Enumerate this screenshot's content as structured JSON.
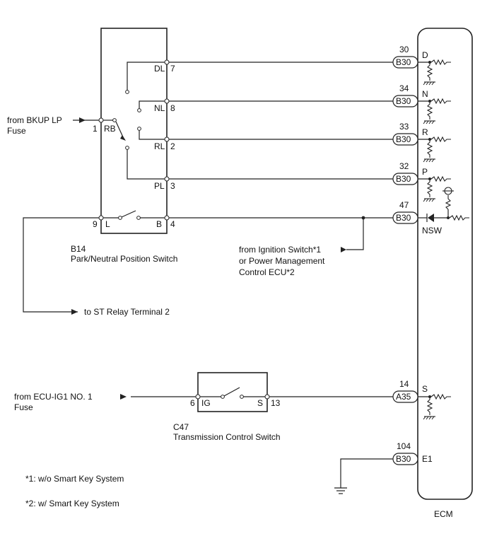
{
  "sw_b14": {
    "code": "B14",
    "name": "Park/Neutral Position Switch",
    "pins": {
      "dl": {
        "name": "DL",
        "no": "7"
      },
      "nl": {
        "name": "NL",
        "no": "8"
      },
      "rl": {
        "name": "RL",
        "no": "2"
      },
      "pl": {
        "name": "PL",
        "no": "3"
      },
      "rb": {
        "name": "RB",
        "no": "1"
      },
      "l": {
        "name": "L",
        "no": "9"
      },
      "b": {
        "name": "B",
        "no": "4"
      }
    }
  },
  "sw_c47": {
    "code": "C47",
    "name": "Transmission Control Switch",
    "pins": {
      "ig": {
        "name": "IG",
        "no": "6"
      },
      "s": {
        "name": "S",
        "no": "13"
      }
    }
  },
  "ecm": {
    "label": "ECM",
    "terminals": {
      "d": {
        "name": "D",
        "no": "30",
        "conn": "B30"
      },
      "n": {
        "name": "N",
        "no": "34",
        "conn": "B30"
      },
      "r": {
        "name": "R",
        "no": "33",
        "conn": "B30"
      },
      "p": {
        "name": "P",
        "no": "32",
        "conn": "B30"
      },
      "nsw": {
        "name": "NSW",
        "no": "47",
        "conn": "B30"
      },
      "s": {
        "name": "S",
        "no": "14",
        "conn": "A35"
      },
      "e1": {
        "name": "E1",
        "no": "104",
        "conn": "B30"
      }
    }
  },
  "labels": {
    "bkup_line1": "from BKUP LP",
    "bkup_line2": "Fuse",
    "ign_line1": "from Ignition Switch*1",
    "ign_line2": "or Power Management",
    "ign_line3": "Control ECU*2",
    "st_relay": "to ST Relay Terminal 2",
    "ecuig1_line1": "from ECU-IG1 NO. 1",
    "ecuig1_line2": "Fuse"
  },
  "notes": {
    "note1": "*1: w/o Smart Key System",
    "note2": "*2: w/ Smart Key System"
  }
}
